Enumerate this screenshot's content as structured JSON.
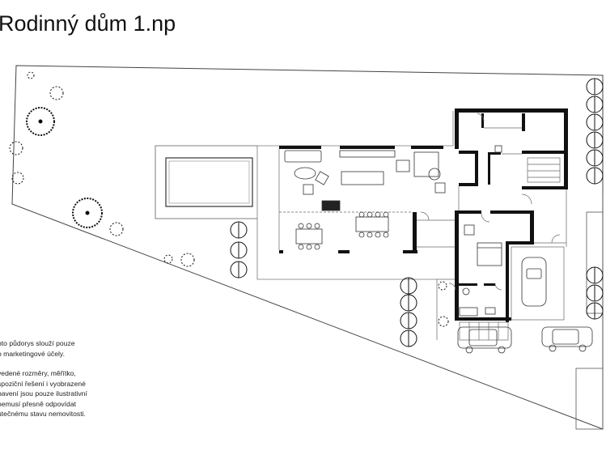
{
  "title": "Rodinný dům 1.np",
  "disclaimer": {
    "lines_1": [
      "nto půdorys slouží pouze",
      "o marketingové účely."
    ],
    "lines_2": [
      "vedené rozměry, měřítko,",
      "spoziční řešení i vyobrazené",
      "bavení jsou pouze ilustrativní",
      "nemusí přesně odpovídat",
      "utečnému stavu nemovitosti."
    ]
  },
  "colors": {
    "wall": "#111111",
    "line": "#555555",
    "tree": "#000000"
  }
}
